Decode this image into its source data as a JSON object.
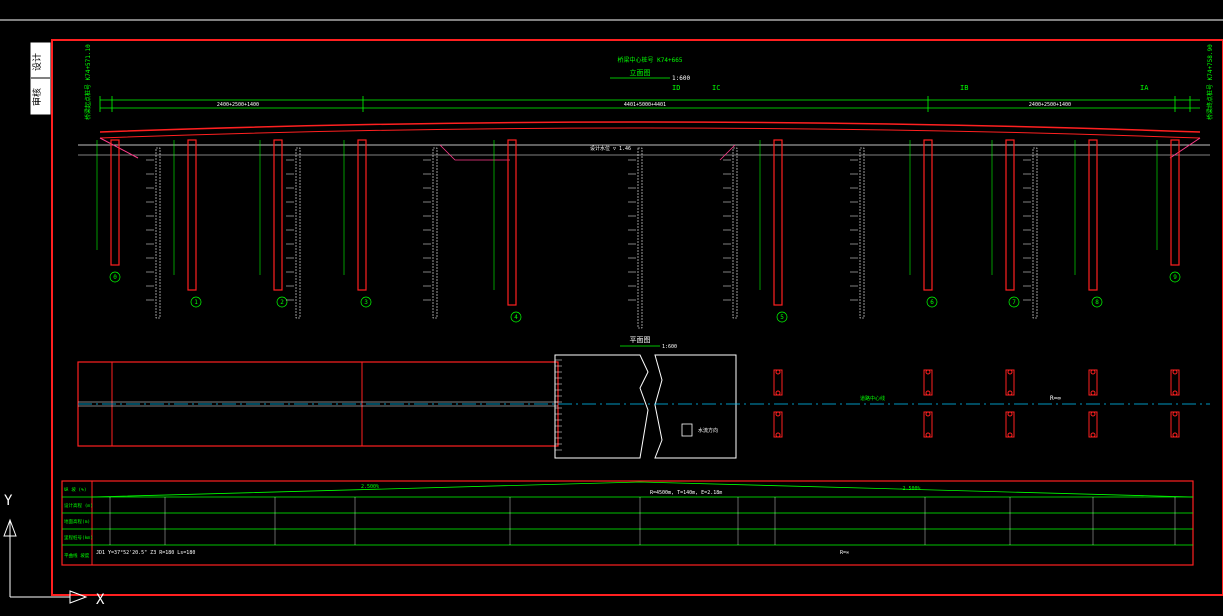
{
  "colors": {
    "background": "#000000",
    "frame": "#ff2020",
    "dimension": "#00ff00",
    "text": "#ffffff",
    "centerline": "#00c8ff",
    "guardrail": "#ff3c8c",
    "yellow": "#ffff00"
  },
  "title_block": {
    "line1": "设计",
    "line2": "审核"
  },
  "elevation": {
    "station_label": "桥梁中心桩号 K74+665",
    "title": "立面图",
    "scale": "1:600",
    "left_abutment_label": "桥梁起点桩号 K74+571.10",
    "right_abutment_label": "桥梁终点桩号 K74+758.90",
    "spans_left": "2400+2500+1400",
    "spans_mid": "4401+5000+4401",
    "spans_right": "2400+2500+1400",
    "water_level": "设计水位 ▽ 1.46",
    "section_labels": [
      "ID",
      "IC",
      "IB",
      "IA"
    ],
    "pier_numbers": [
      "0",
      "1",
      "2",
      "3",
      "4",
      "5",
      "6",
      "7",
      "8",
      "9"
    ]
  },
  "plan": {
    "title": "平面图",
    "scale": "1:600",
    "centerline_label": "道路中心线",
    "road_label": "R=∞",
    "flow_label": "水流方向"
  },
  "profile_table": {
    "rows": [
      "纵 坡 (%)",
      "设计高程 (m)",
      "地面高程(m)",
      "里程桩号(km)",
      "平曲线 坡度"
    ],
    "grade_left": "2.500%",
    "grade_right": "-2.500%",
    "vertical_curve": "R=4500m, T=140m, E=2.18m",
    "plan_curve_left": "JD1 Y=37°52'20.5\" Z3 R=180 Ls=180",
    "plan_curve_right": "R=∞"
  },
  "axes": {
    "y": "Y",
    "x": "X"
  }
}
